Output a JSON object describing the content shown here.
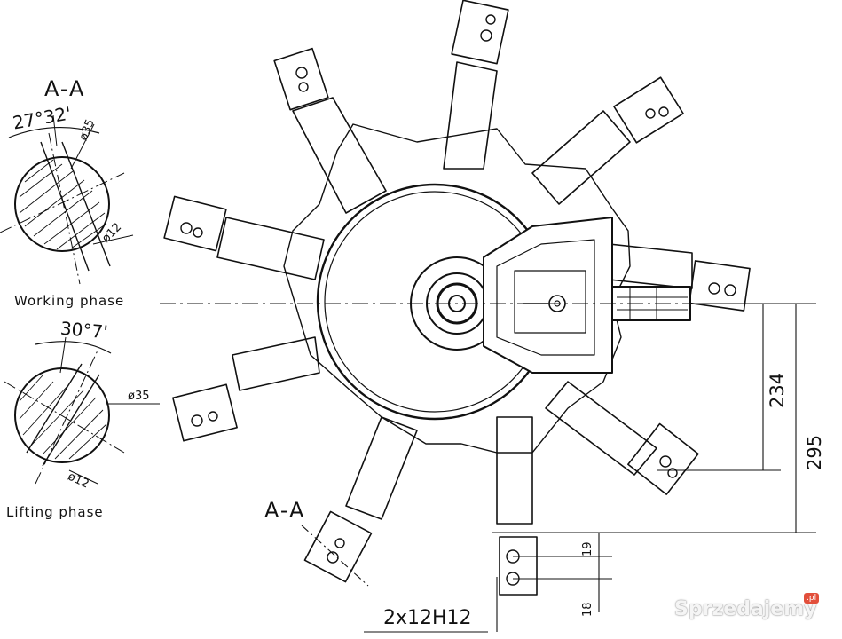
{
  "sections": {
    "title_top": "A-A",
    "title_main": "A-A",
    "working": {
      "label": "Working phase",
      "angle": "27°32'",
      "dia_outer": "ø35",
      "dia_inner": "ø12"
    },
    "lifting": {
      "label": "Lifting phase",
      "angle": "30°7'",
      "dia_outer": "ø35",
      "dia_inner": "ø12"
    }
  },
  "dimensions": {
    "d234": "234",
    "d295": "295",
    "d19": "19",
    "d18": "18",
    "holes": "2x12H12"
  },
  "watermark": {
    "text": "Sprzedajemy",
    "tld": ".pl"
  },
  "colors": {
    "line": "#111111",
    "background": "#ffffff",
    "watermark_badge": "#e24f3b"
  }
}
